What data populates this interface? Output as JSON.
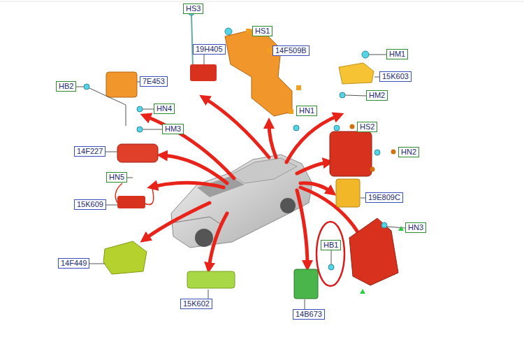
{
  "diagram": {
    "nodes": [
      {
        "text": [
          "HS3"
        ]
      },
      {
        "text": [
          "HS1"
        ]
      },
      {
        "text": [
          "19H405"
        ]
      },
      {
        "text": [
          "14F509B"
        ]
      },
      {
        "text": [
          "HM1"
        ]
      },
      {
        "text": [
          "15K603"
        ]
      },
      {
        "text": [
          "7E453"
        ]
      },
      {
        "text": [
          "HB2"
        ]
      },
      {
        "text": [
          "HM2"
        ]
      },
      {
        "text": [
          "HN4"
        ]
      },
      {
        "text": [
          "HN1"
        ]
      },
      {
        "text": [
          "HS2"
        ]
      },
      {
        "text": [
          "HM3"
        ]
      },
      {
        "text": [
          "14F227"
        ]
      },
      {
        "text": [
          "HN2"
        ]
      },
      {
        "text": [
          "HN5"
        ]
      },
      {
        "text": [
          "19E809C"
        ]
      },
      {
        "text": [
          "15K609"
        ]
      },
      {
        "text": [
          "HN3"
        ]
      },
      {
        "text": [
          "HB1"
        ]
      },
      {
        "text": [
          "14F449"
        ]
      },
      {
        "text": [
          "15K602"
        ]
      },
      {
        "text": [
          "14B673"
        ]
      }
    ]
  }
}
